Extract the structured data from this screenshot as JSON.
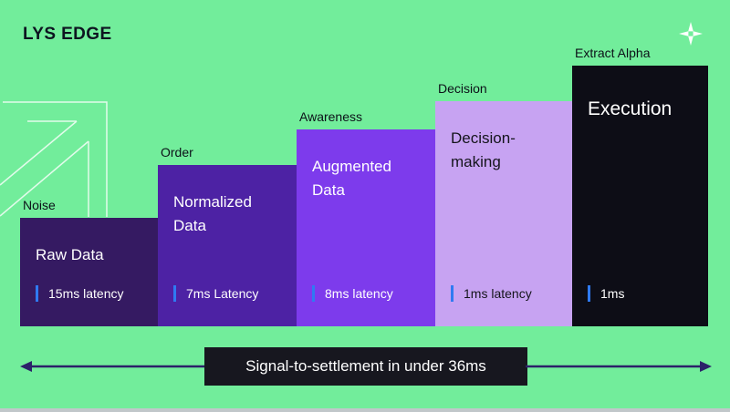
{
  "slide": {
    "title": "LYS EDGE",
    "background_color": "#72ED9B",
    "bottom_strip_color": "#C1C7CA"
  },
  "stages": [
    {
      "label": "Noise",
      "title": "Raw Data",
      "latency": "15ms latency",
      "bar_color": "#351A62",
      "text_color": "#FFFFFF"
    },
    {
      "label": "Order",
      "title": "Normalized Data",
      "latency": "7ms Latency",
      "bar_color": "#4D22A4",
      "text_color": "#FFFFFF"
    },
    {
      "label": "Awareness",
      "title": "Augmented Data",
      "latency": "8ms latency",
      "bar_color": "#7D3BEC",
      "text_color": "#FFFFFF"
    },
    {
      "label": "Decision",
      "title": "Decision-making",
      "latency": "1ms latency",
      "bar_color": "#C7A3F2",
      "text_color": "#15151C"
    },
    {
      "label": "Extract Alpha",
      "title": "Execution",
      "latency": "1ms",
      "bar_color": "#0D0D16",
      "text_color": "#FFFFFF"
    }
  ],
  "banner": {
    "text": "Signal-to-settlement in under 36ms",
    "background_color": "#17171F",
    "text_color": "#FFFFFF",
    "arrow_color": "#2B2169"
  },
  "accents": {
    "latency_tick_color": "#2F7AF2",
    "sparkle_icon_color": "#FFFFFF",
    "decor_line_color": "#FFFFFF"
  }
}
